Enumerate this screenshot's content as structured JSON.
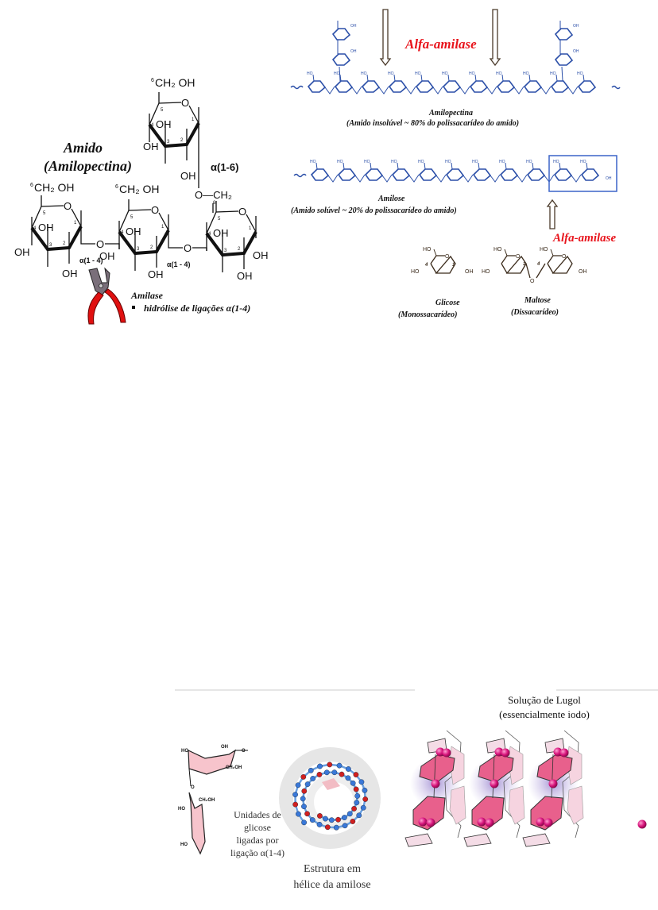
{
  "amido_figure": {
    "title": "Amido",
    "subtitle": "(Amilopectina)",
    "ch2oh": "CH₂ OH",
    "six": "6",
    "oh": "OH",
    "o": "O",
    "o_ch2": "O—CH₂",
    "alpha_1_6": "α(1-6)",
    "alpha_1_4": "α(1 - 4)",
    "carbon_numbers": [
      "1",
      "2",
      "3",
      "4",
      "5"
    ],
    "enzyme_label": "Amilase",
    "enzyme_action": "hidrólise de ligações α(1-4)",
    "colors": {
      "pliers_handle": "#e01010",
      "pliers_jaw": "#7a6f7a"
    }
  },
  "amilase_figure": {
    "enzyme_label_top": "Alfa-amilase",
    "enzyme_label_bottom": "Alfa-amilase",
    "chain_labels": {
      "ho": "HO",
      "o": "O",
      "oh": "OH"
    },
    "amilopectina_title": "Amilopectina",
    "amilopectina_desc": "(Amido insolúvel ~ 80% do polissacarídeo do amido)",
    "amilose_title": "Amilose",
    "amilose_desc": "(Amido solúvel ~ 20% do polissacarídeo do amido)",
    "glicose_title": "Glicose",
    "glicose_desc": "(Monossacarídeo)",
    "maltose_title": "Maltose",
    "maltose_desc": "(Dissacarídeo)",
    "atom_numbers": [
      "1",
      "4"
    ],
    "colors": {
      "chain": "#2b4fa8",
      "enzyme": "#e8141c",
      "box": "#3a63c8"
    }
  },
  "lugol_figure": {
    "title_line1": "Solução de Lugol",
    "title_line2": "(essencialmente iodo)",
    "units_caption": [
      "Unidades de",
      "glicose",
      "ligadas por",
      "ligação α(1-4)"
    ],
    "helix_caption": [
      "Estrutura em",
      "hélice da amilose"
    ],
    "labels": {
      "ho": "HO",
      "oh": "OH",
      "ch2oh": "CH₂OH",
      "o": "O"
    },
    "colors": {
      "ring": "#e8608c",
      "ring_light": "#f4c6d6",
      "iodine": "#d81c7c",
      "glow": "#9b86d0"
    }
  }
}
